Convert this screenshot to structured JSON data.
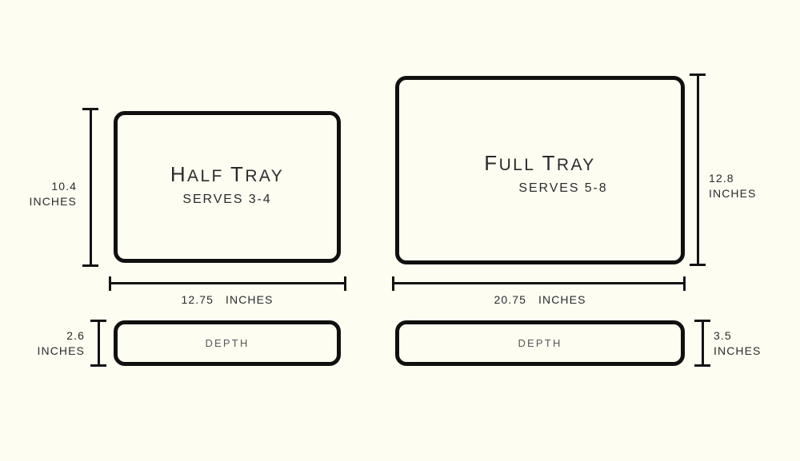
{
  "background_color": "#fdfdf2",
  "line_color": "#101010",
  "text_color": "#2b2b2b",
  "depth_text_color": "#585858",
  "trays": [
    {
      "id": "half-tray",
      "title": "Half Tray",
      "serves": "SERVES 3-4",
      "width_value": "12.75",
      "width_label": "12.75 INCHES",
      "width_unit": "INCHES",
      "height_value": "10.4",
      "height_unit": "INCHES",
      "depth_label": "DEPTH",
      "depth_value": "2.6",
      "depth_unit": "INCHES"
    },
    {
      "id": "full-tray",
      "title": "Full Tray",
      "serves": "SERVES 5-8",
      "width_value": "20.75",
      "width_label": "20.75 INCHES",
      "width_unit": "INCHES",
      "height_value": "12.8",
      "height_unit": "INCHES",
      "depth_label": "DEPTH",
      "depth_value": "3.5",
      "depth_unit": "INCHES"
    }
  ],
  "half": {
    "title_cap1": "H",
    "title_rest1": "ALF",
    "title_cap2": "T",
    "title_rest2": "RAY"
  },
  "full": {
    "title_cap1": "F",
    "title_rest1": "ULL",
    "title_cap2": "T",
    "title_rest2": "RAY"
  }
}
